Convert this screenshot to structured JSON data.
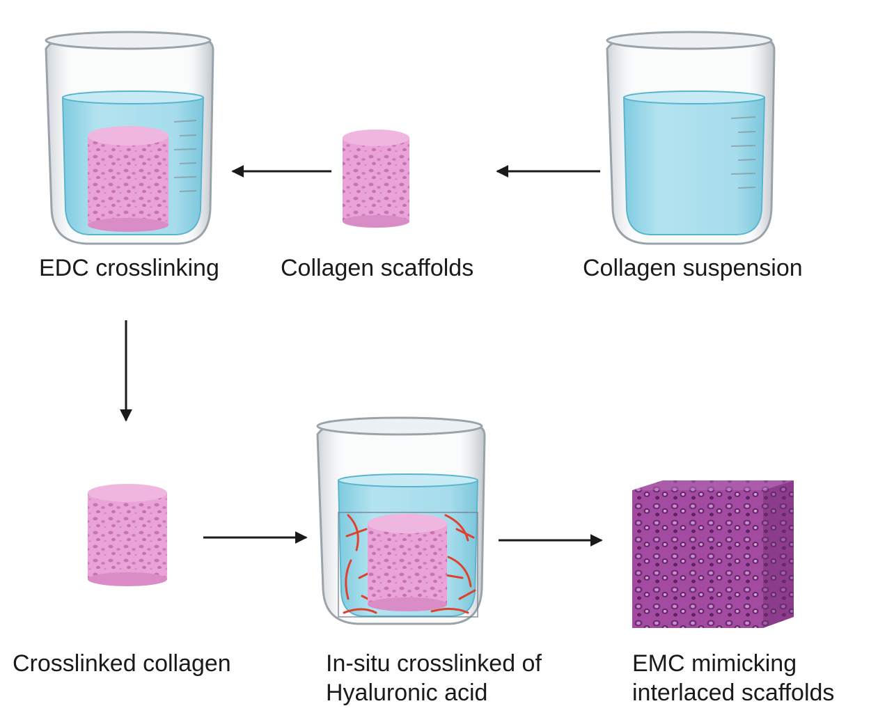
{
  "steps": {
    "collagen_suspension": {
      "label": "Collagen suspension"
    },
    "collagen_scaffolds": {
      "label": "Collagen scaffolds"
    },
    "edc_crosslinking": {
      "label": "EDC crosslinking"
    },
    "crosslinked_collagen": {
      "label": "Crosslinked collagen"
    },
    "insitu_crosslinked": {
      "line1": "In-situ crosslinked of",
      "line2": "Hyaluronic acid"
    },
    "emc_mimicking": {
      "line1": "EMC mimicking",
      "line2": "interlaced scaffolds"
    }
  },
  "colors": {
    "liquid": "#a8dcea",
    "liquid_dark": "#6cc0d8",
    "scaffold": "#e79ad0",
    "scaffold_dark": "#c874b3",
    "fiber": "#e0402e",
    "cube": "#9a3d96",
    "cube_dark": "#6e2a6e",
    "arrow": "#1a1a1a"
  }
}
